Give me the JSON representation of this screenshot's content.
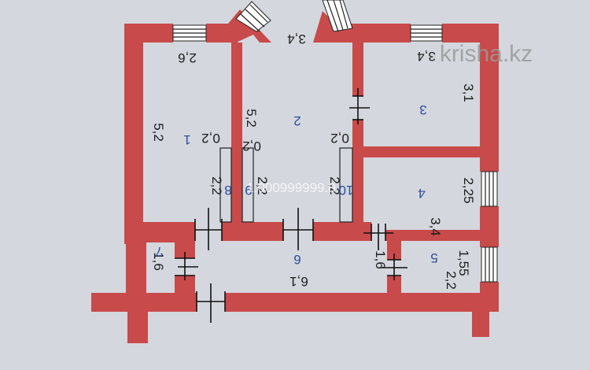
{
  "plan": {
    "watermark": "krisha.kz",
    "overlay_code": "1.000999999.0",
    "room_numbers": [
      "1",
      "2",
      "3",
      "4",
      "5",
      "6",
      "7",
      "8",
      "9",
      "10"
    ],
    "dimensions": {
      "room1_width": "2,6",
      "room1_length": "5,2",
      "room2_width": "3,4",
      "room2_length": "5,2",
      "room3_width": "3,4",
      "room3_length": "3,1",
      "room4_width": "3,4",
      "room4_length": "2,25",
      "room5_width": "2,2",
      "room5_length": "1,55",
      "corridor_length": "6,1",
      "corridor_width": "1,6",
      "room7_width": "1,6",
      "closet8_width": "0,2",
      "closet8_length": "2,2",
      "closet9_width": "0,2",
      "closet9_length": "2,2",
      "closet10_width": "0,2",
      "closet10_length": "2,2"
    }
  },
  "colors": {
    "wall": "#c94a4a",
    "background": "#d4d7de",
    "room_number": "#2c4e9b"
  }
}
